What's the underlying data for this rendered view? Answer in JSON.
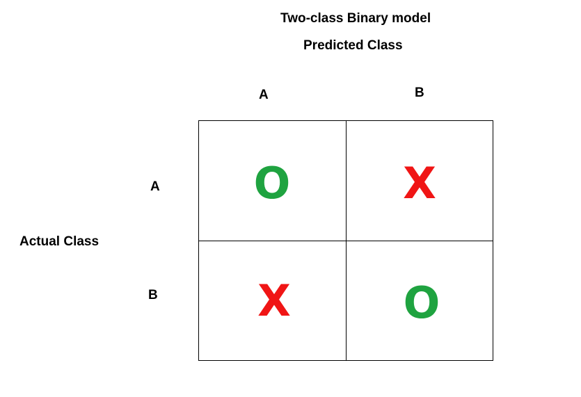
{
  "title": "Two-class Binary model",
  "subtitle": "Predicted Class",
  "axis": {
    "predicted_labels": [
      "A",
      "B"
    ],
    "actual_labels": [
      "A",
      "B"
    ],
    "actual_title": "Actual Class"
  },
  "colors": {
    "correct": "#1fa340",
    "incorrect": "#f01515"
  },
  "cells": {
    "aa": "O",
    "ab": "X",
    "ba": "X",
    "bb": "O"
  }
}
